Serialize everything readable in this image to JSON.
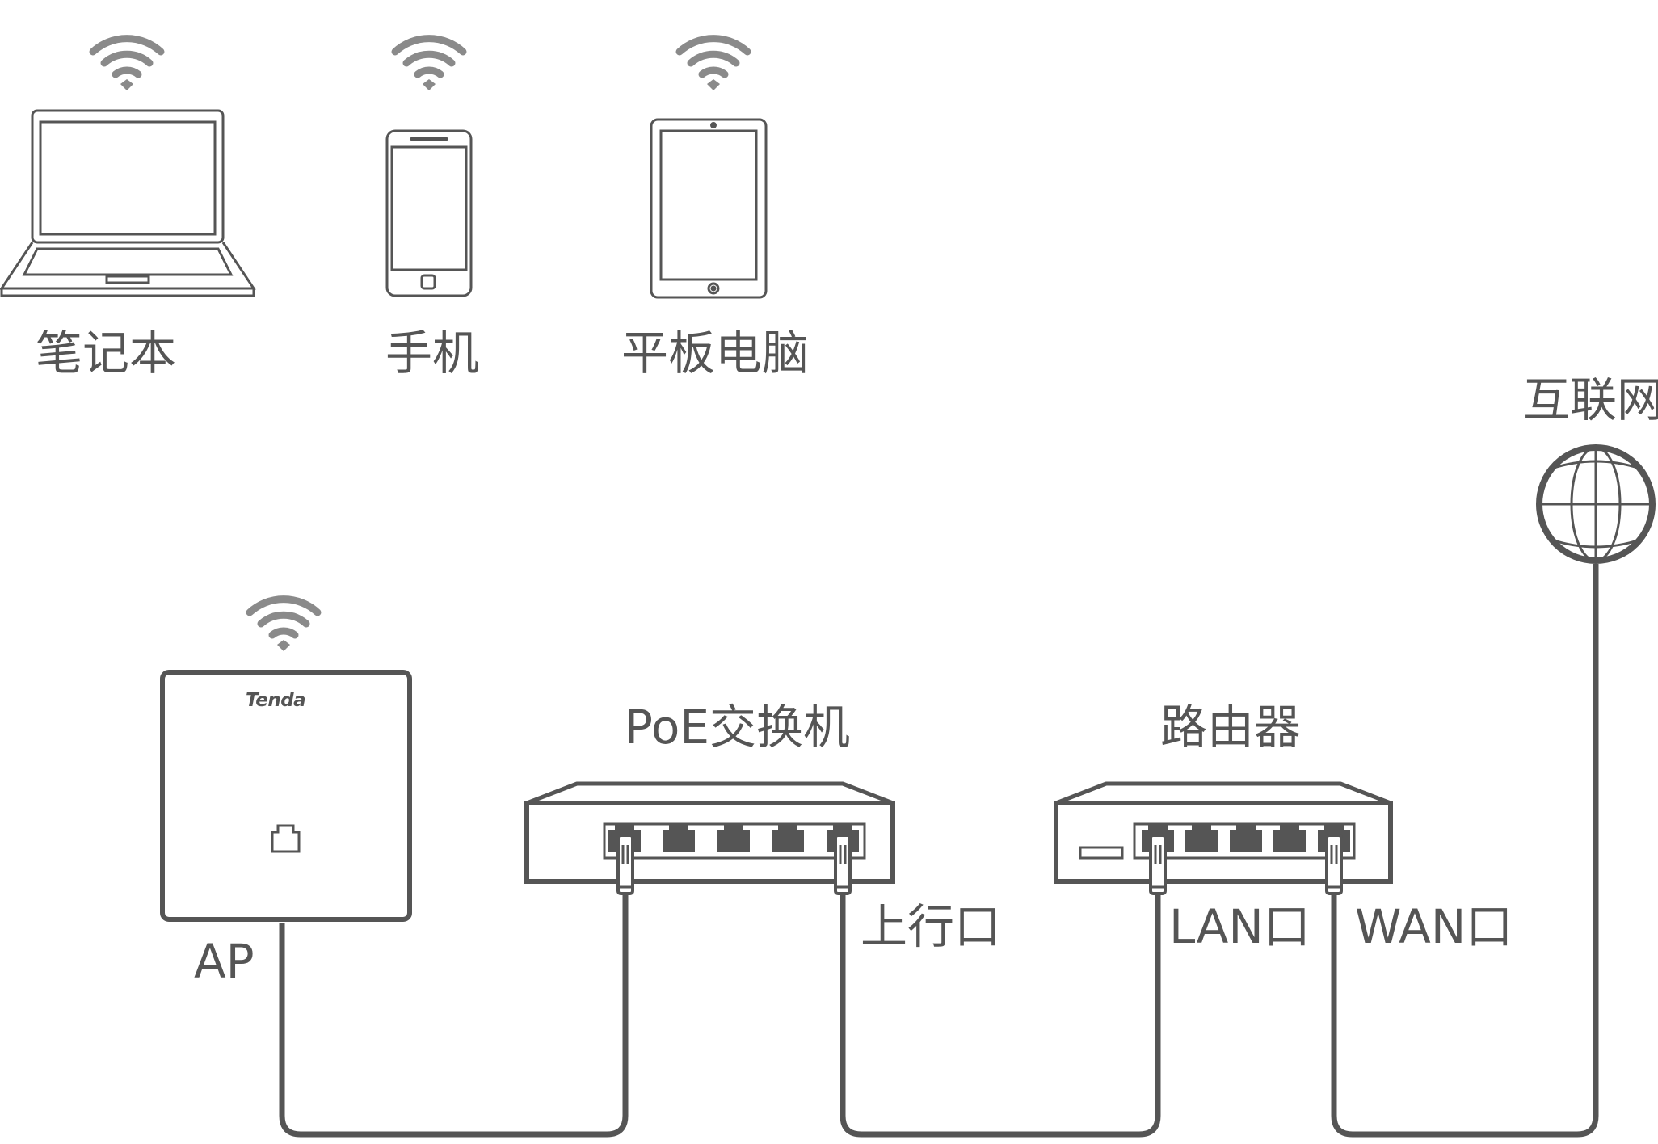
{
  "devices": {
    "laptop": {
      "label": "笔记本"
    },
    "phone": {
      "label": "手机"
    },
    "tablet": {
      "label": "平板电脑"
    },
    "internet": {
      "label": "互联网"
    },
    "ap": {
      "label": "AP",
      "brand": "Tenda"
    },
    "poe_switch": {
      "label": "PoE交换机"
    },
    "router": {
      "label": "路由器"
    }
  },
  "ports": {
    "uplink": "上行口",
    "lan": "LAN口",
    "wan": "WAN口"
  },
  "colors": {
    "line": "#555555",
    "wifi": "#888888",
    "text": "#555555"
  }
}
